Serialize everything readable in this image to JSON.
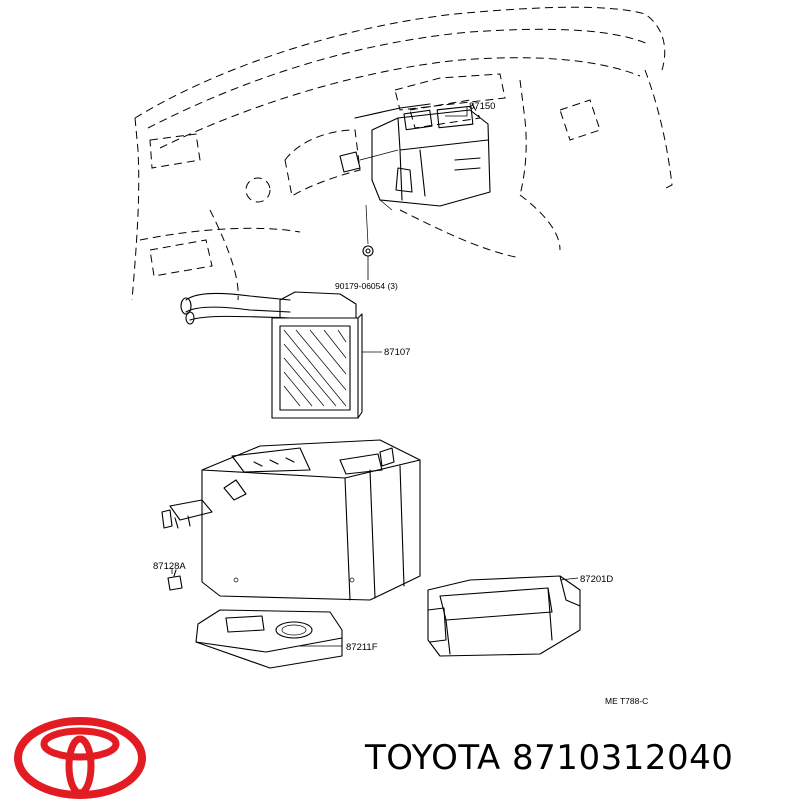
{
  "parts": {
    "p87150": "87150",
    "p90179": "90179-06054 (3)",
    "p87107": "87107",
    "p87128A": "87128A",
    "p87201D": "87201D",
    "p87211F": "87211F"
  },
  "diagram_code": "ME  T788-C",
  "brand": {
    "name": "TOYOTA",
    "part_number": "8710312040",
    "logo_color": "#e31b23"
  }
}
